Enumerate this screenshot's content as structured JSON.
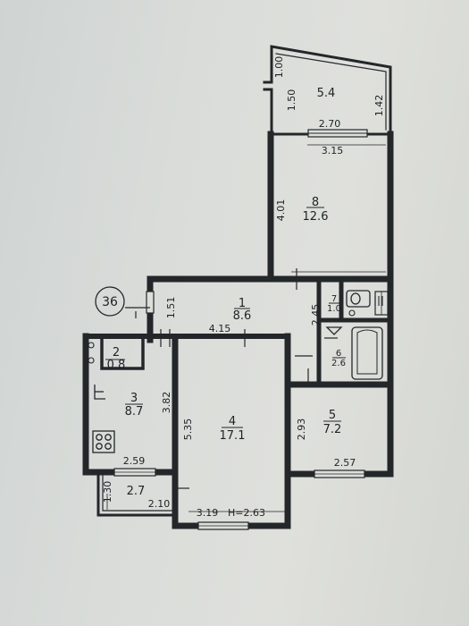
{
  "plan": {
    "apartment_number": "36",
    "ceiling_height": "H=2.63",
    "rooms": [
      {
        "number": "1",
        "area": "8.6"
      },
      {
        "number": "2",
        "area": "0.8"
      },
      {
        "number": "3",
        "area": "8.7"
      },
      {
        "number": "4",
        "area": "17.1"
      },
      {
        "number": "5",
        "area": "7.2"
      },
      {
        "number": "6",
        "area": "2.6"
      },
      {
        "number": "7",
        "area": "1.0"
      },
      {
        "number": "8",
        "area": "12.6"
      }
    ],
    "balcony_top_area": "5.4",
    "balcony_bottom_area": "2.7",
    "dimensions": [
      "1.00",
      "1.50",
      "1.42",
      "2.70",
      "3.15",
      "4.01",
      "1.51",
      "4.15",
      "2.45",
      "3.82",
      "5.35",
      "2.93",
      "2.59",
      "2.57",
      "1.30",
      "2.10",
      "3.19"
    ]
  },
  "colors": {
    "ink": "#1e2225",
    "paper": "#dcdeda"
  }
}
